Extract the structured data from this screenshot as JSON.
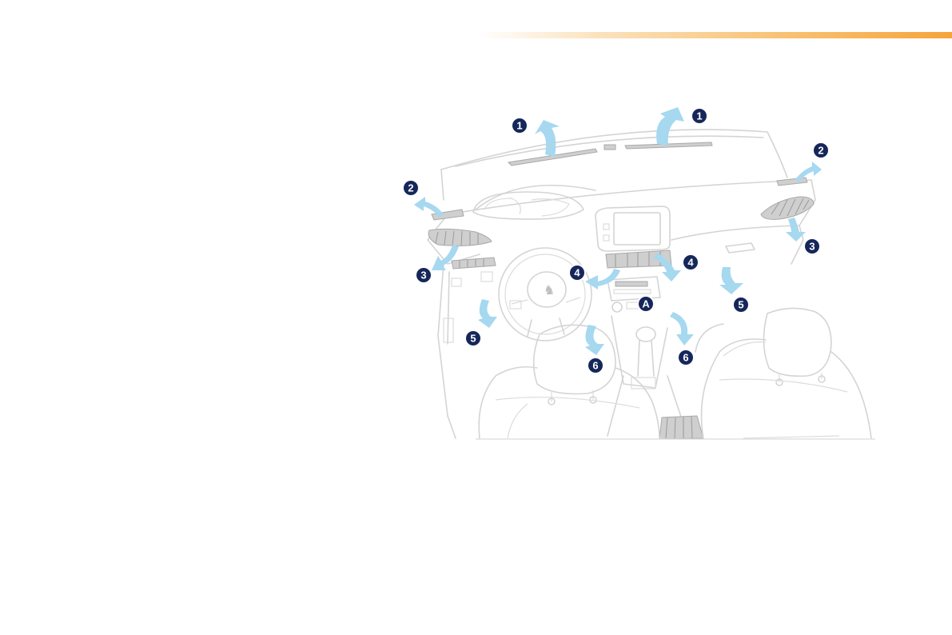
{
  "colors": {
    "accent": "#f6a43a",
    "airflow": "#a6d8f0",
    "marker": "#15275a",
    "outline": "#d4d4d4"
  },
  "markers": [
    {
      "id": "m1a",
      "label": "1",
      "name": "windscreen-vent-left"
    },
    {
      "id": "m1b",
      "label": "1",
      "name": "windscreen-vent-right"
    },
    {
      "id": "m2a",
      "label": "2",
      "name": "side-window-vent-left"
    },
    {
      "id": "m2b",
      "label": "2",
      "name": "side-window-vent-right"
    },
    {
      "id": "m3a",
      "label": "3",
      "name": "side-vent-left"
    },
    {
      "id": "m3b",
      "label": "3",
      "name": "side-vent-right"
    },
    {
      "id": "m4a",
      "label": "4",
      "name": "central-vent-left"
    },
    {
      "id": "m4b",
      "label": "4",
      "name": "central-vent-right"
    },
    {
      "id": "m5a",
      "label": "5",
      "name": "front-footwell-left"
    },
    {
      "id": "m5b",
      "label": "5",
      "name": "front-footwell-right"
    },
    {
      "id": "m6a",
      "label": "6",
      "name": "rear-footwell-left"
    },
    {
      "id": "m6b",
      "label": "6",
      "name": "rear-footwell-right"
    },
    {
      "id": "mA",
      "label": "A",
      "name": "control-panel"
    }
  ]
}
